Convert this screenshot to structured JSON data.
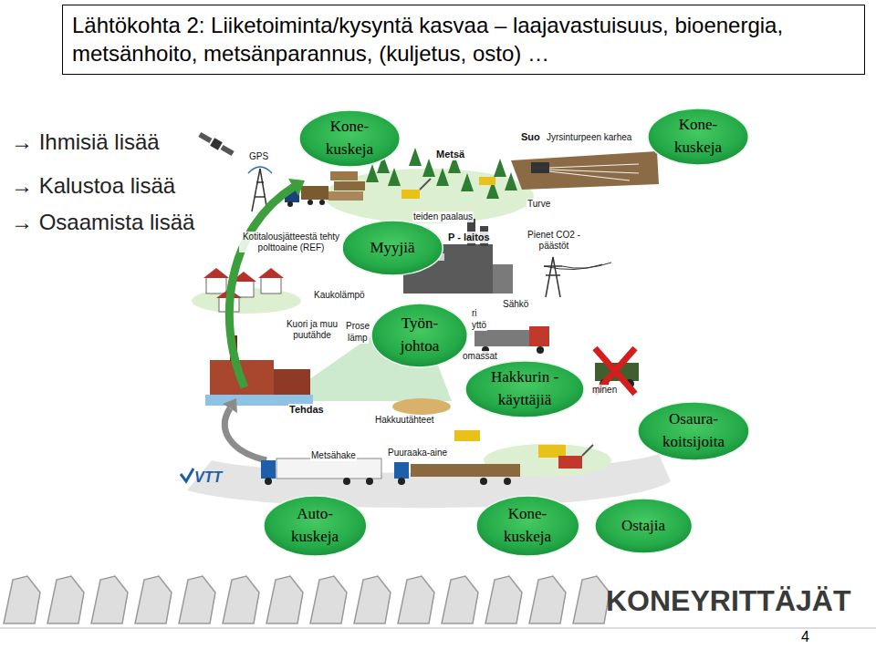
{
  "diagram": {
    "title": "Lähtökohta 2: Liiketoiminta/kysyntä kasvaa – laajavastuisuus, bioenergia, metsänhoito, metsänparannus, (kuljetus, osto) …",
    "nodes": [
      {
        "text": [
          "Kone- kuskeja"
        ]
      },
      {
        "text": [
          "Kone- kuskeja"
        ]
      },
      {
        "text": [
          "Myyjiä"
        ]
      },
      {
        "text": [
          "Työn- johtoa"
        ]
      },
      {
        "text": [
          "Hakkurin -käyttäjiä"
        ]
      },
      {
        "text": [
          "Osaura- koitsijoita"
        ]
      },
      {
        "text": [
          "Auto- kuskeja"
        ]
      },
      {
        "text": [
          "Kone- kuskeja"
        ]
      },
      {
        "text": [
          "Ostajia"
        ]
      }
    ],
    "labels": [
      "→ Ihmisiä lisää",
      "→ Kalustoa lisää",
      "→ Osaamista lisää",
      "GPS",
      "Metsä",
      "Suo",
      "Jyrsinturpeen karhea",
      "Turve",
      "Kotitalousjätteestä tehty polttoaine (REF)",
      "teiden paalaus",
      "P - laitos",
      "Pienet CO2 -päästöt",
      "Kaukolämpö",
      "Sähkö",
      "Kuori ja muu puutähde",
      "Prose",
      "lämp",
      "ri",
      "yttö",
      "omassat",
      "Tehdas",
      "Hakkuutähteet",
      "minen",
      "Metsähake",
      "Puuraaka-aine",
      "VTT",
      "KONEYRITTÄJÄT",
      "4"
    ]
  }
}
